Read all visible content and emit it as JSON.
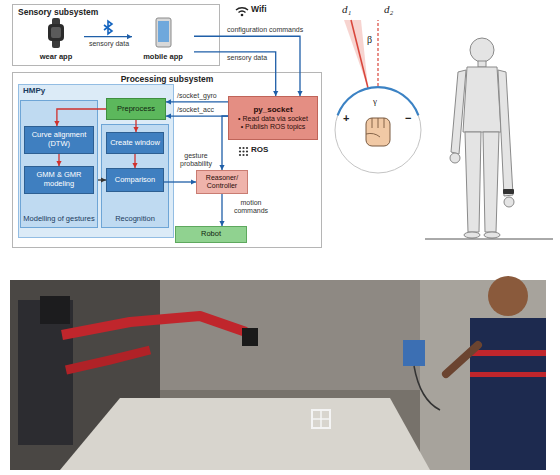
{
  "diagram": {
    "nodes": [
      {
        "text": [
          "Sensory subsystem"
        ]
      },
      {
        "text": [
          "wear app"
        ],
        "in": 0
      },
      {
        "text": [
          "mobile app"
        ],
        "in": 0
      },
      {
        "text": [
          "Processing subsystem"
        ]
      },
      {
        "text": [
          "HMPy"
        ],
        "in": 3
      },
      {
        "text": [
          "Preprocess"
        ],
        "in": 4
      },
      {
        "text": [
          "Modelling of gestures"
        ],
        "in": 4
      },
      {
        "text": [
          "Curve alignment (DTW)"
        ],
        "in": 6
      },
      {
        "text": [
          "GMM & GMR modeling"
        ],
        "in": 6
      },
      {
        "text": [
          "Recognition"
        ],
        "in": 4
      },
      {
        "text": [
          "Create window"
        ],
        "in": 9
      },
      {
        "text": [
          "Comparison"
        ],
        "in": 9
      },
      {
        "text": [
          "py_socket",
          "• Read data via socket",
          "• Publish ROS topics"
        ],
        "in": 3
      },
      {
        "text": [
          "Reasoner/ Controller"
        ],
        "in": 3
      },
      {
        "text": [
          "Robot"
        ],
        "in": 3
      }
    ],
    "edges": [
      {
        "from": 1,
        "to": 2,
        "arrow": "to",
        "label": "sensory data"
      },
      {
        "from": 2,
        "to": 12,
        "arrow": "to",
        "label": "configuration commands"
      },
      {
        "from": 2,
        "to": 12,
        "arrow": "to",
        "label": "sensory data"
      },
      {
        "from": 12,
        "to": 5,
        "arrow": "to",
        "label": "/socket_gyro"
      },
      {
        "from": 12,
        "to": 5,
        "arrow": "to",
        "label": "/socket_acc"
      },
      {
        "from": 12,
        "to": 13,
        "arrow": "to"
      },
      {
        "from": 5,
        "to": 7,
        "arrow": "to"
      },
      {
        "from": 7,
        "to": 8,
        "arrow": "to"
      },
      {
        "from": 5,
        "to": 10,
        "arrow": "to"
      },
      {
        "from": 10,
        "to": 11,
        "arrow": "to"
      },
      {
        "from": 6,
        "to": 11,
        "arrow": "to"
      },
      {
        "from": 11,
        "to": 13,
        "arrow": "to",
        "label": "gesture probability"
      },
      {
        "from": 13,
        "to": 14,
        "arrow": "to",
        "label": "motion commands"
      }
    ],
    "labels": [
      "Wifi",
      "ROS",
      "d₁",
      "d₂",
      "β",
      "γ",
      "+",
      "−"
    ]
  }
}
